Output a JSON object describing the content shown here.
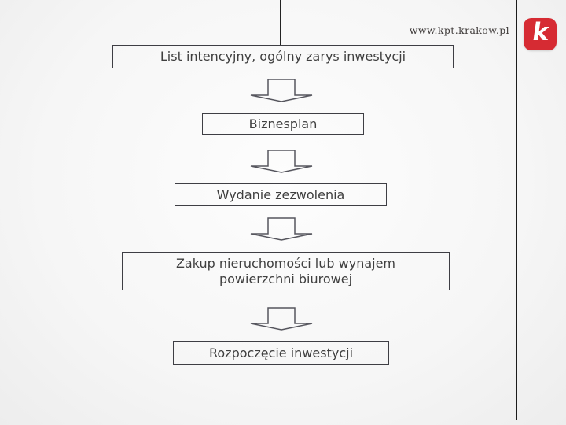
{
  "header": {
    "website_url": "www.kpt.krakow.pl",
    "logo_letter": "k"
  },
  "flowchart": {
    "steps": [
      {
        "label": "List intencyjny, ogólny zarys inwestycji"
      },
      {
        "label": "Biznesplan"
      },
      {
        "label": "Wydanie zezwolenia"
      },
      {
        "label": "Zakup nieruchomości lub wynajem powierzchni biurowej"
      },
      {
        "label": "Rozpoczęcie inwestycji"
      }
    ]
  },
  "colors": {
    "logo_red": "#d62b33",
    "box_border": "#3e3e44",
    "arrow_outline": "#56565e",
    "text": "#3f3f3f",
    "divider_line": "#1c1c1c"
  }
}
